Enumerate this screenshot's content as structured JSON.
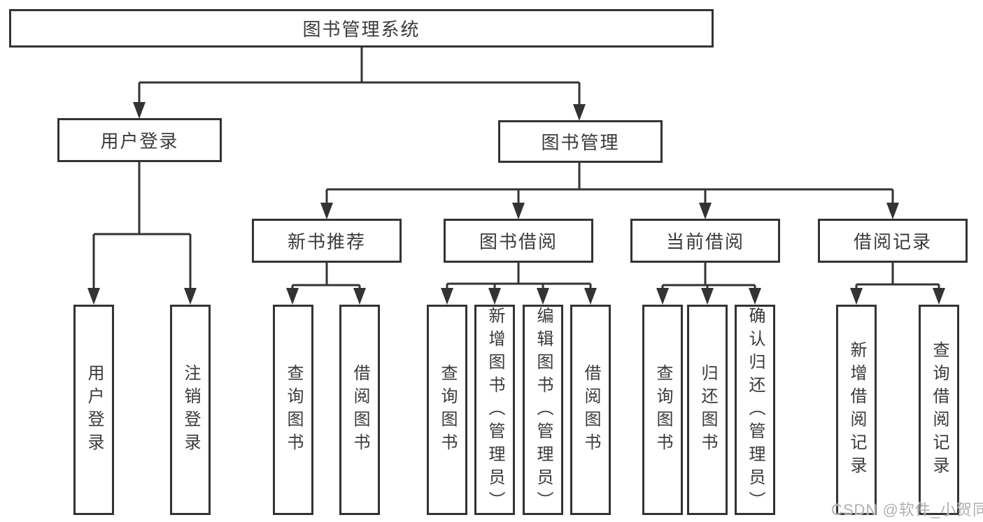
{
  "diagram": {
    "root": "图书管理系统",
    "level2": [
      "用户登录",
      "图书管理"
    ],
    "modules": [
      "新书推荐",
      "图书借阅",
      "当前借阅",
      "借阅记录"
    ],
    "leaves": {
      "user_login": [
        "用户登录",
        "注销登录"
      ],
      "new_book": [
        "查询图书",
        "借阅图书"
      ],
      "book_borrow": [
        "查询图书",
        "新增图书（管理员）",
        "编辑图书（管理员）",
        "借阅图书"
      ],
      "current_borrow": [
        "查询图书",
        "归还图书",
        "确认归还（管理员）"
      ],
      "borrow_record": [
        "新增借阅记录",
        "查询借阅记录"
      ]
    }
  },
  "colors": {
    "line": "#333333",
    "text": "#3a3a3a",
    "background": "#ffffff",
    "watermark": "#b0b0b0"
  },
  "watermark": {
    "text": "CSDN @软件_小贺同学"
  }
}
